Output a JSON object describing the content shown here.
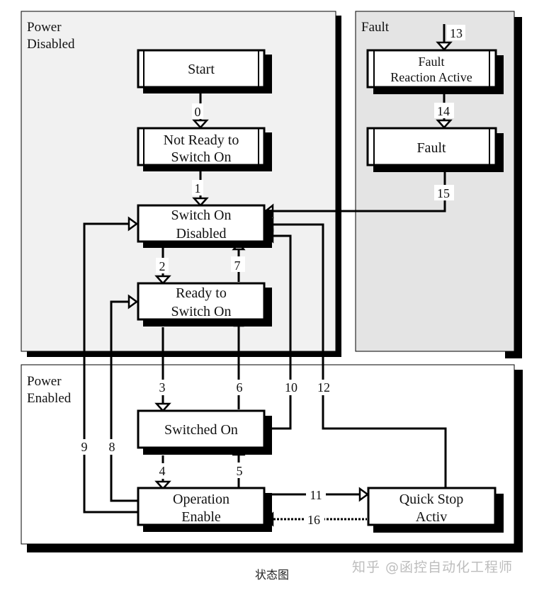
{
  "regions": {
    "power_disabled": {
      "line1": "Power",
      "line2": "Disabled",
      "fill": "#f1f1f1"
    },
    "fault": {
      "label": "Fault",
      "fill": "#e4e4e4"
    },
    "power_enabled": {
      "line1": "Power",
      "line2": "Enabled",
      "fill": "#ffffff"
    }
  },
  "states": {
    "start": {
      "lines": [
        "Start"
      ]
    },
    "not_ready": {
      "lines": [
        "Not Ready to",
        "Switch On"
      ]
    },
    "switch_on_disabled": {
      "lines": [
        "Switch On",
        "Disabled"
      ]
    },
    "ready_to_switch_on": {
      "lines": [
        "Ready to",
        "Switch On"
      ]
    },
    "switched_on": {
      "lines": [
        "Switched On"
      ]
    },
    "operation_enable": {
      "lines": [
        "Operation",
        "Enable"
      ]
    },
    "quick_stop": {
      "lines": [
        "Quick Stop",
        "Activ"
      ]
    },
    "fault_reaction": {
      "lines": [
        "Fault",
        "Reaction Active"
      ]
    },
    "fault": {
      "lines": [
        "Fault"
      ]
    }
  },
  "transitions": {
    "t0": "0",
    "t1": "1",
    "t2": "2",
    "t3": "3",
    "t4": "4",
    "t5": "5",
    "t6": "6",
    "t7": "7",
    "t8": "8",
    "t9": "9",
    "t10": "10",
    "t11": "11",
    "t12": "12",
    "t13": "13",
    "t14": "14",
    "t15": "15",
    "t16": "16"
  },
  "caption": "状态图",
  "watermark": "知乎 @函控自动化工程师"
}
